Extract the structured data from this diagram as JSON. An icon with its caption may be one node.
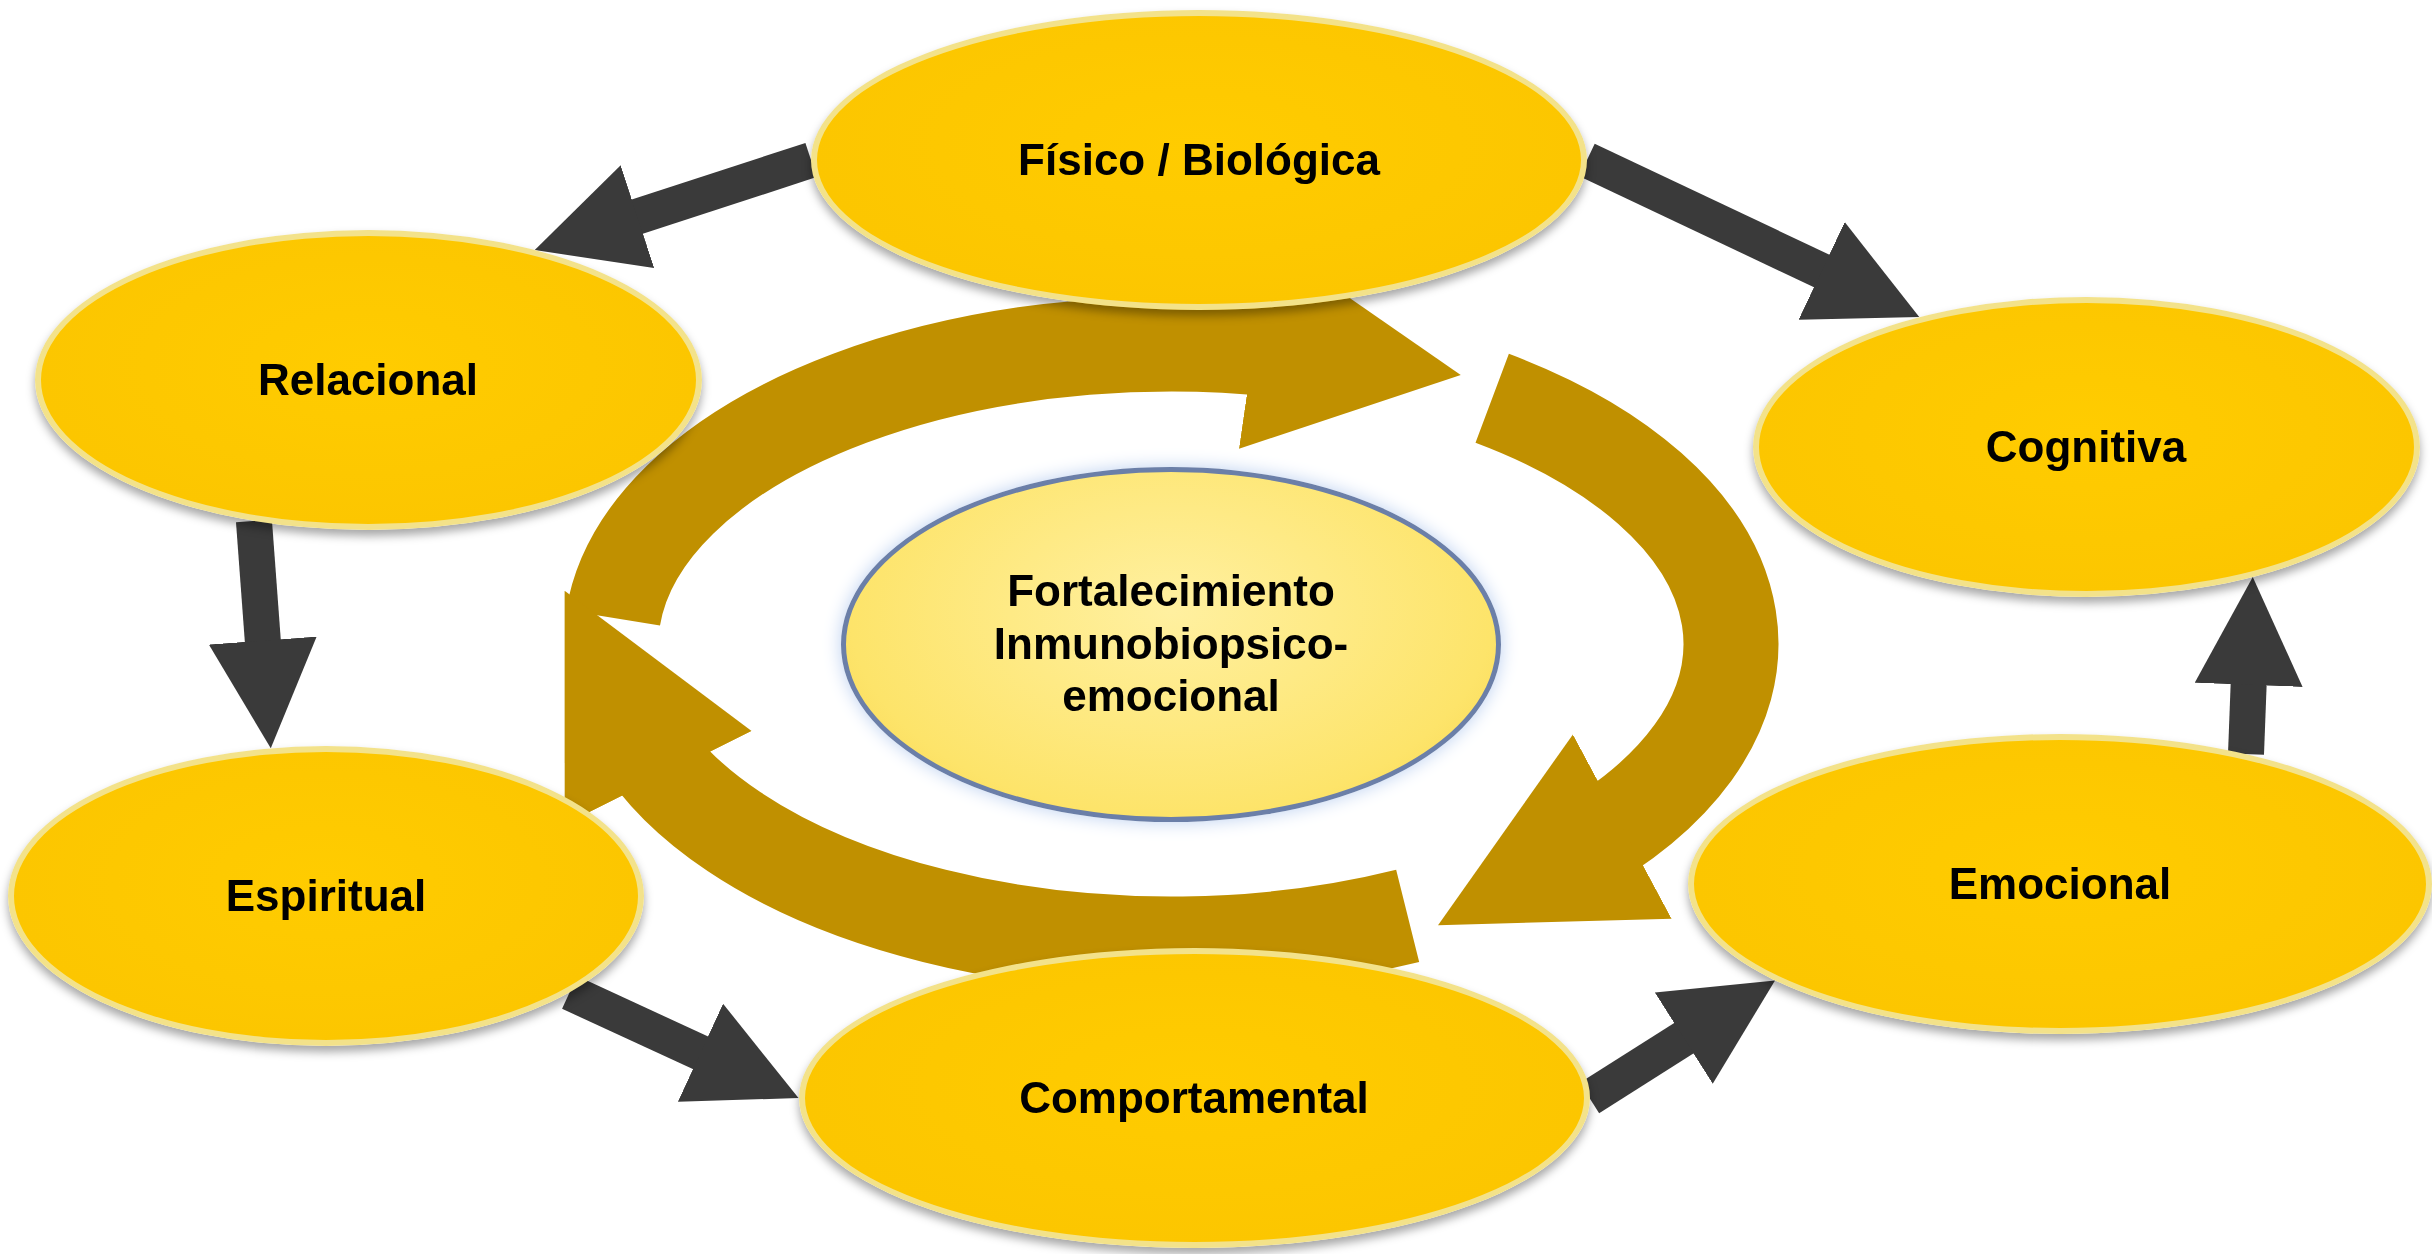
{
  "diagram": {
    "nodes": [
      {
        "text": [
          "Físico / Biológica"
        ]
      },
      {
        "text": [
          "Relacional"
        ]
      },
      {
        "text": [
          "Cognitiva"
        ]
      },
      {
        "text": [
          "Fortalecimiento Inmunobiopsico-emocional"
        ]
      },
      {
        "text": [
          "Espiritual"
        ]
      },
      {
        "text": [
          "Emocional"
        ]
      },
      {
        "text": [
          "Comportamental"
        ]
      }
    ],
    "edges": [
      {
        "from": 0,
        "to": 1,
        "arrow": "to"
      },
      {
        "from": 0,
        "to": 2,
        "arrow": "to"
      },
      {
        "from": 1,
        "to": 4,
        "arrow": "to"
      },
      {
        "from": 4,
        "to": 6,
        "arrow": "to"
      },
      {
        "from": 6,
        "to": 5,
        "arrow": "to"
      },
      {
        "from": 5,
        "to": 2,
        "arrow": "to"
      }
    ]
  }
}
